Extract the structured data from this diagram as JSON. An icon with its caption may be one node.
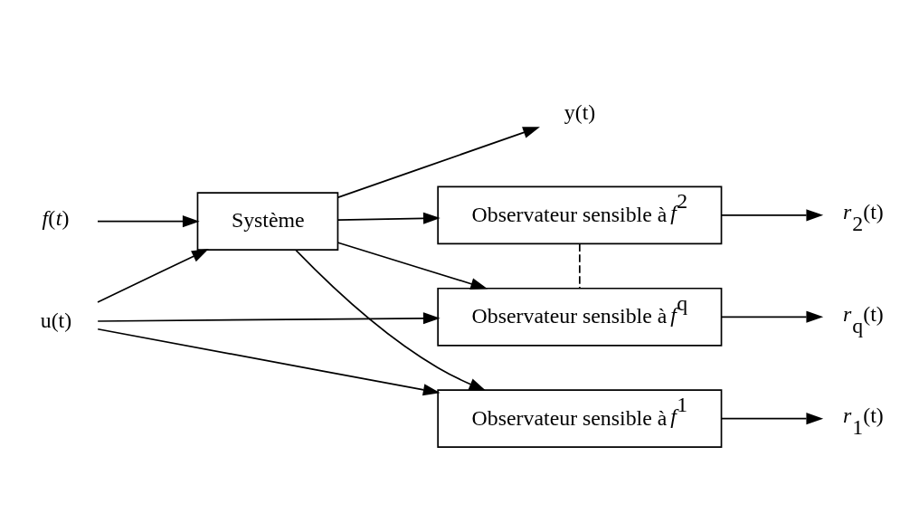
{
  "diagram": {
    "nodes": [
      {
        "text": [
          "u(t)"
        ]
      },
      {
        "text": [
          "*f*(*t*)"
        ]
      },
      {
        "text": [
          "Système"
        ]
      },
      {
        "text": [
          "y(t)"
        ]
      },
      {
        "text": [
          "Observateur sensible à *f*$^{1}$"
        ]
      },
      {
        "text": [
          "*r*$_{1}$(t)"
        ]
      },
      {
        "text": [
          "Observateur sensible à *f*$^{2}$"
        ]
      },
      {
        "text": [
          "*r*$_{2}$(t)"
        ]
      },
      {
        "text": [
          "Observateur sensible à *f*$^{q}$"
        ]
      },
      {
        "text": [
          "*r*$_{q}$(t)"
        ]
      }
    ],
    "edges": [
      {
        "from": 0,
        "to": 2,
        "arrow": "to"
      },
      {
        "from": 1,
        "to": 2,
        "arrow": "to"
      },
      {
        "from": 2,
        "to": 3,
        "arrow": "to"
      },
      {
        "from": 0,
        "to": 4,
        "arrow": "to"
      },
      {
        "from": 2,
        "to": 4,
        "arrow": "to"
      },
      {
        "from": 2,
        "to": 6,
        "arrow": "to"
      },
      {
        "from": 0,
        "to": 8,
        "arrow": "to"
      },
      {
        "from": 2,
        "to": 8,
        "arrow": "to"
      },
      {
        "from": 4,
        "to": 5,
        "arrow": "to"
      },
      {
        "from": 6,
        "to": 7,
        "arrow": "to"
      },
      {
        "from": 8,
        "to": 9,
        "arrow": "to"
      },
      {
        "from": 6,
        "to": 8,
        "arrow": "none",
        "style": "dashed"
      }
    ]
  }
}
